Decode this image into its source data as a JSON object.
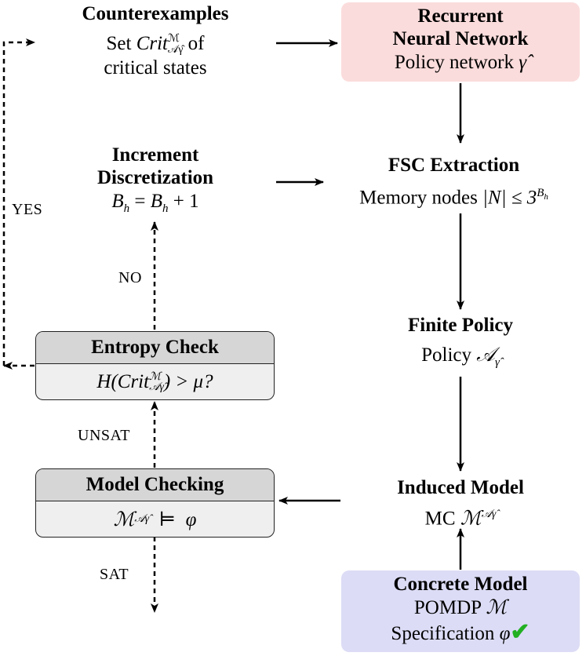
{
  "nodes": {
    "counterexamples": {
      "title": "Counterexamples",
      "line1_pre": "Set ",
      "line1_math": "Crit",
      "line1_sup": "ℳ",
      "line1_sub": "𝒜γ̂",
      "line1_post": " of",
      "line2": "critical states"
    },
    "rnn": {
      "title1": "Recurrent",
      "title2": "Neural Network",
      "line1_pre": "Policy network ",
      "line1_math": "γ̂"
    },
    "increment": {
      "title1": "Increment",
      "title2": "Discretization",
      "eq_lhs": "B",
      "eq_lhs_sub": "h",
      "eq_mid": " = ",
      "eq_rhs": "B",
      "eq_rhs_sub": "h",
      "eq_tail": " + 1"
    },
    "fsc": {
      "title": "FSC Extraction",
      "line1_pre": "Memory nodes ",
      "line1_math": "|N| ≤ 3",
      "line1_sup": "B",
      "line1_sup_sub": "h"
    },
    "entropy": {
      "title": "Entropy Check",
      "expr_pre": "H(Crit",
      "expr_sup": "ℳ",
      "expr_sub": "𝒜γ̂",
      "expr_post": ") > μ?"
    },
    "finite_policy": {
      "title": "Finite Policy",
      "line1_pre": "Policy ",
      "line1_math": "𝒜",
      "line1_sub": "γ̂"
    },
    "model_checking": {
      "title": "Model Checking",
      "expr_pre": "ℳ",
      "expr_sup": "𝒜γ̂",
      "expr_post": "  ⊨  φ"
    },
    "induced_model": {
      "title": "Induced Model",
      "line1_pre": "MC ",
      "line1_math": "ℳ",
      "line1_sup": "𝒜γ̂"
    },
    "concrete_model": {
      "title": "Concrete Model",
      "line1_pre": "POMDP ",
      "line1_math": "ℳ",
      "line2_pre": "Specification ",
      "line2_math": "φ",
      "check": "✔"
    }
  },
  "edge_labels": {
    "yes": "YES",
    "no": "NO",
    "unsat": "UNSAT",
    "sat": "SAT"
  },
  "colors": {
    "rnn_fill": "#fbdcdc",
    "concrete_fill": "#dcdcf6",
    "box_header": "#d6d6d6",
    "box_body": "#efefef",
    "checkmark": "#22b022"
  }
}
